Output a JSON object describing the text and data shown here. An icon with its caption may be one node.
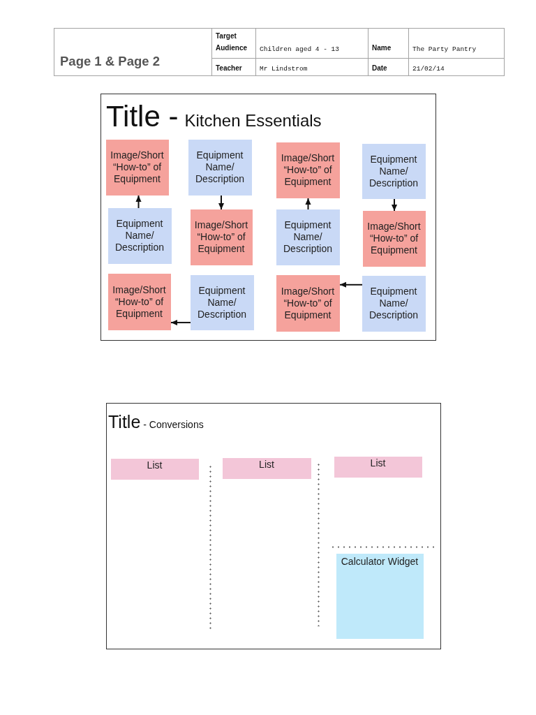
{
  "diagram": {
    "title": "Page 1 & Page 2",
    "nodes": [
      {
        "text": [
          "Title -",
          "Kitchen Essentials"
        ]
      },
      {
        "text": [
          "Image/Short “How-to” of Equipment"
        ],
        "in": 0
      },
      {
        "text": [
          "Equipment Name/ Description"
        ],
        "in": 0
      },
      {
        "text": [
          "Image/Short “How-to” of Equipment"
        ],
        "in": 0
      },
      {
        "text": [
          "Equipment Name/ Description"
        ],
        "in": 0
      },
      {
        "text": [
          "Equipment Name/ Description"
        ],
        "in": 0
      },
      {
        "text": [
          "Image/Short “How-to” of Equipment"
        ],
        "in": 0
      },
      {
        "text": [
          "Equipment Name/ Description"
        ],
        "in": 0
      },
      {
        "text": [
          "Image/Short “How-to” of Equipment"
        ],
        "in": 0
      },
      {
        "text": [
          "Image/Short “How-to” of Equipment"
        ],
        "in": 0
      },
      {
        "text": [
          "Equipment Name/ Description"
        ],
        "in": 0
      },
      {
        "text": [
          "Image/Short “How-to” of Equipment"
        ],
        "in": 0
      },
      {
        "text": [
          "Equipment Name/ Description"
        ],
        "in": 0
      },
      {
        "text": [
          "Title",
          "- Conversions"
        ]
      },
      {
        "text": [
          "List"
        ],
        "in": 13
      },
      {
        "text": [
          "List"
        ],
        "in": 13
      },
      {
        "text": [
          "List"
        ],
        "in": 13
      },
      {
        "text": [
          "Calculator Widget"
        ],
        "in": 13
      }
    ],
    "edges": [
      {
        "from": 5,
        "to": 1,
        "arrow": "to"
      },
      {
        "from": 2,
        "to": 6,
        "arrow": "to"
      },
      {
        "from": 7,
        "to": 3,
        "arrow": "to"
      },
      {
        "from": 4,
        "to": 8,
        "arrow": "to"
      },
      {
        "from": 10,
        "to": 9,
        "arrow": "to"
      },
      {
        "from": 12,
        "to": 11,
        "arrow": "to"
      }
    ],
    "labels": [
      "Target Audience",
      "Children aged 4 - 13",
      "Name",
      "The Party Pantry",
      "Teacher",
      "Mr Lindstrom",
      "Date",
      "21/02/14"
    ]
  }
}
